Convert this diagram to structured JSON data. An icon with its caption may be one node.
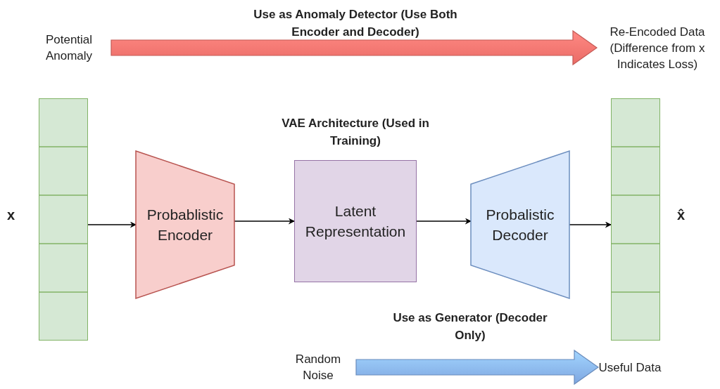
{
  "diagram": {
    "nodes": [
      {
        "text": [],
        "shape": "box",
        "beside": [
          "x"
        ]
      },
      {
        "text": [
          "Probablistic Encoder"
        ]
      },
      {
        "text": [
          "Latent Representation"
        ]
      },
      {
        "text": [
          "Probalistic Decoder"
        ]
      },
      {
        "text": [],
        "shape": "box",
        "beside": [
          "x̂"
        ]
      },
      {
        "text": [
          "Potential Anomaly"
        ]
      },
      {
        "text": [
          "Re-Encoded Data (Difference from x Indicates Loss)"
        ]
      },
      {
        "text": [
          "Random Noise"
        ]
      },
      {
        "text": [
          "Useful Data"
        ]
      }
    ],
    "edges": [
      {
        "from": 0,
        "to": 1,
        "arrow": "to"
      },
      {
        "from": 1,
        "to": 2,
        "arrow": "to"
      },
      {
        "from": 2,
        "to": 3,
        "arrow": "to"
      },
      {
        "from": 3,
        "to": 4,
        "arrow": "to"
      },
      {
        "from": 5,
        "to": 6,
        "arrow": "to",
        "label": "Use as Anomaly Detector (Use Both Encoder and Decoder)",
        "style": "thick",
        "color": "#ea6b66"
      },
      {
        "from": 7,
        "to": 8,
        "arrow": "to",
        "label": "Use as Generator (Decoder Only)",
        "style": "thick",
        "color": "#7ea6e0"
      }
    ],
    "labels": [
      "VAE Architecture (Used in Training)"
    ]
  }
}
